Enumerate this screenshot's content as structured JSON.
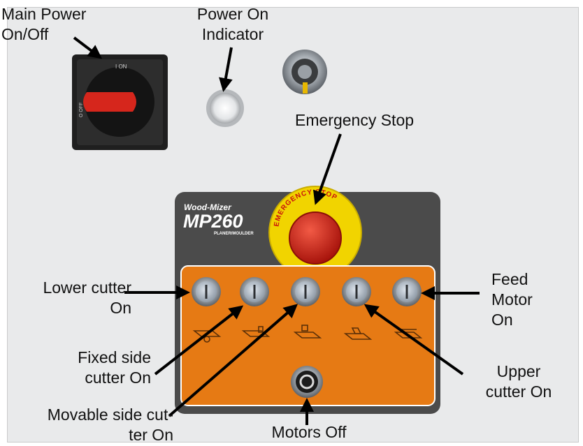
{
  "labels": {
    "main_power": "Main Power\nOn/Off",
    "power_indicator": "Power On\nIndicator",
    "emergency_stop": "Emergency Stop",
    "lower_cutter": "Lower cutter\nOn",
    "fixed_side": "Fixed side\ncutter On",
    "movable_side": "Movable side cut-\nter On",
    "motors_off": "Motors  Off",
    "upper_cutter": "Upper\ncutter On",
    "feed_motor": "Feed\nMotor\nOn"
  },
  "panel": {
    "brand": "Wood-Mizer",
    "model": "MP260",
    "subtitle": "PLANER/MOULDER",
    "estop_ring_text": "EMERGENCY STOP"
  },
  "switch": {
    "on_mark": "I  ON",
    "off_mark": "O  OFF"
  },
  "colors": {
    "panel_dark": "#4b4b4b",
    "panel_orange": "#e67a14",
    "estop_yellow": "#f1d400",
    "estop_red": "#d8241a",
    "background": "#e9eaeb"
  }
}
